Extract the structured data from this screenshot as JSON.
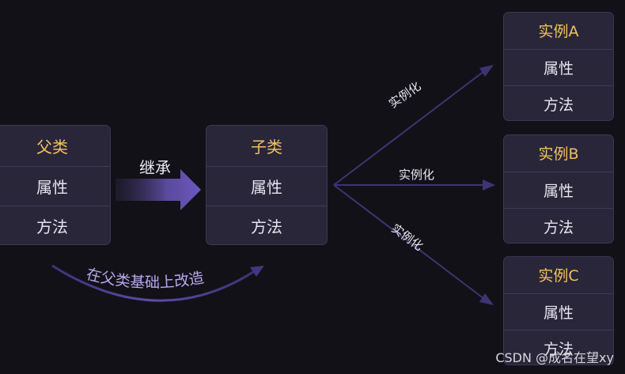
{
  "parent": {
    "title": "父类",
    "attr": "属性",
    "method": "方法"
  },
  "child": {
    "title": "子类",
    "attr": "属性",
    "method": "方法"
  },
  "instances": [
    {
      "title": "实例A",
      "attr": "属性",
      "method": "方法"
    },
    {
      "title": "实例B",
      "attr": "属性",
      "method": "方法"
    },
    {
      "title": "实例C",
      "attr": "属性",
      "method": "方法"
    }
  ],
  "labels": {
    "inherit": "继承",
    "instantiate": "实例化",
    "modify": "在父类基础上改造"
  },
  "colors": {
    "background": "#131118",
    "card": "#29263a",
    "title": "#f2c25b",
    "arrow": "#3a3470",
    "inherit_arrow": "#6a54b8"
  },
  "watermark": "CSDN @成名在望xy"
}
